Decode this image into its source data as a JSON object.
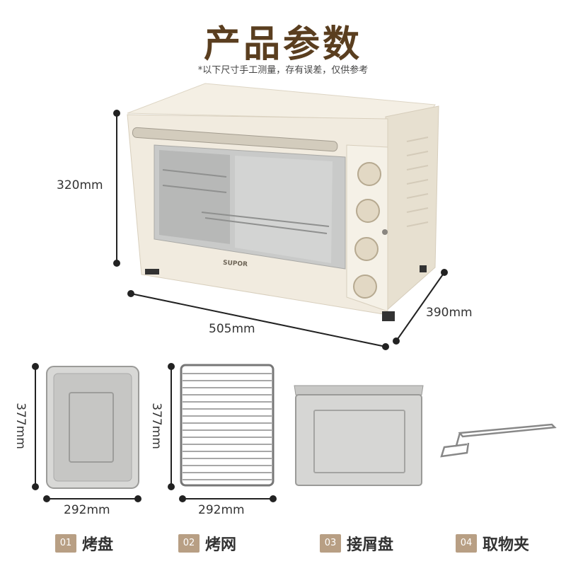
{
  "title": "产品参数",
  "note": "*以下尺寸手工测量，存有误差，仅供参考",
  "oven": {
    "brand": "SUPOR",
    "height": "320mm",
    "width": "505mm",
    "depth": "390mm"
  },
  "accessories": [
    {
      "num": "01",
      "name": "烤盘",
      "height": "377mm",
      "width": "292mm"
    },
    {
      "num": "02",
      "name": "烤网",
      "height": "377mm",
      "width": "292mm"
    },
    {
      "num": "03",
      "name": "接屑盘"
    },
    {
      "num": "04",
      "name": "取物夹"
    }
  ],
  "colors": {
    "title": "#5a3e1f",
    "badge": "#b89f84",
    "oven_body": "#efe9dc"
  }
}
